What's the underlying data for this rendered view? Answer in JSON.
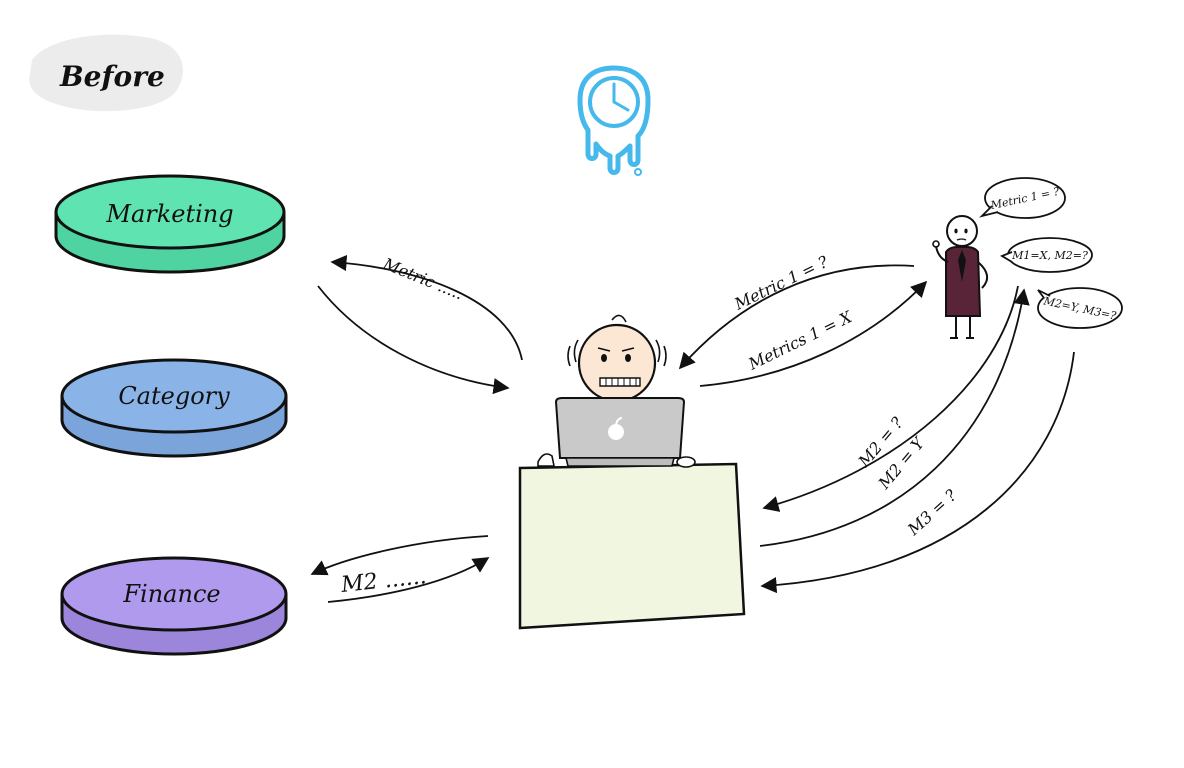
{
  "header": {
    "title": "Before"
  },
  "sources": [
    {
      "label": "Marketing",
      "color": "#5fe3b0"
    },
    {
      "label": "Category",
      "color": "#8ab4e8"
    },
    {
      "label": "Finance",
      "color": "#b09aee"
    }
  ],
  "arrow_labels": {
    "metric_partial": "Metric .....",
    "m2_partial": "M2 ......",
    "metric1_q": "Metric 1 = ?",
    "metrics1_x": "Metrics 1 = X",
    "m2_q": "M2 = ?",
    "m2_y": "M2 = Y",
    "m3_q": "M3 = ?"
  },
  "speech_bubbles": {
    "b1": "Metric 1 = ?",
    "b2": "M1=X, M2=?",
    "b3": "M2=Y, M3=?"
  },
  "colors": {
    "ink": "#111111",
    "desk": "#f1f6e1",
    "laptop": "#c9c9c9",
    "face": "#fbe7d3",
    "stakeholder_body": "#5a2438",
    "clock": "#45b8ec"
  }
}
